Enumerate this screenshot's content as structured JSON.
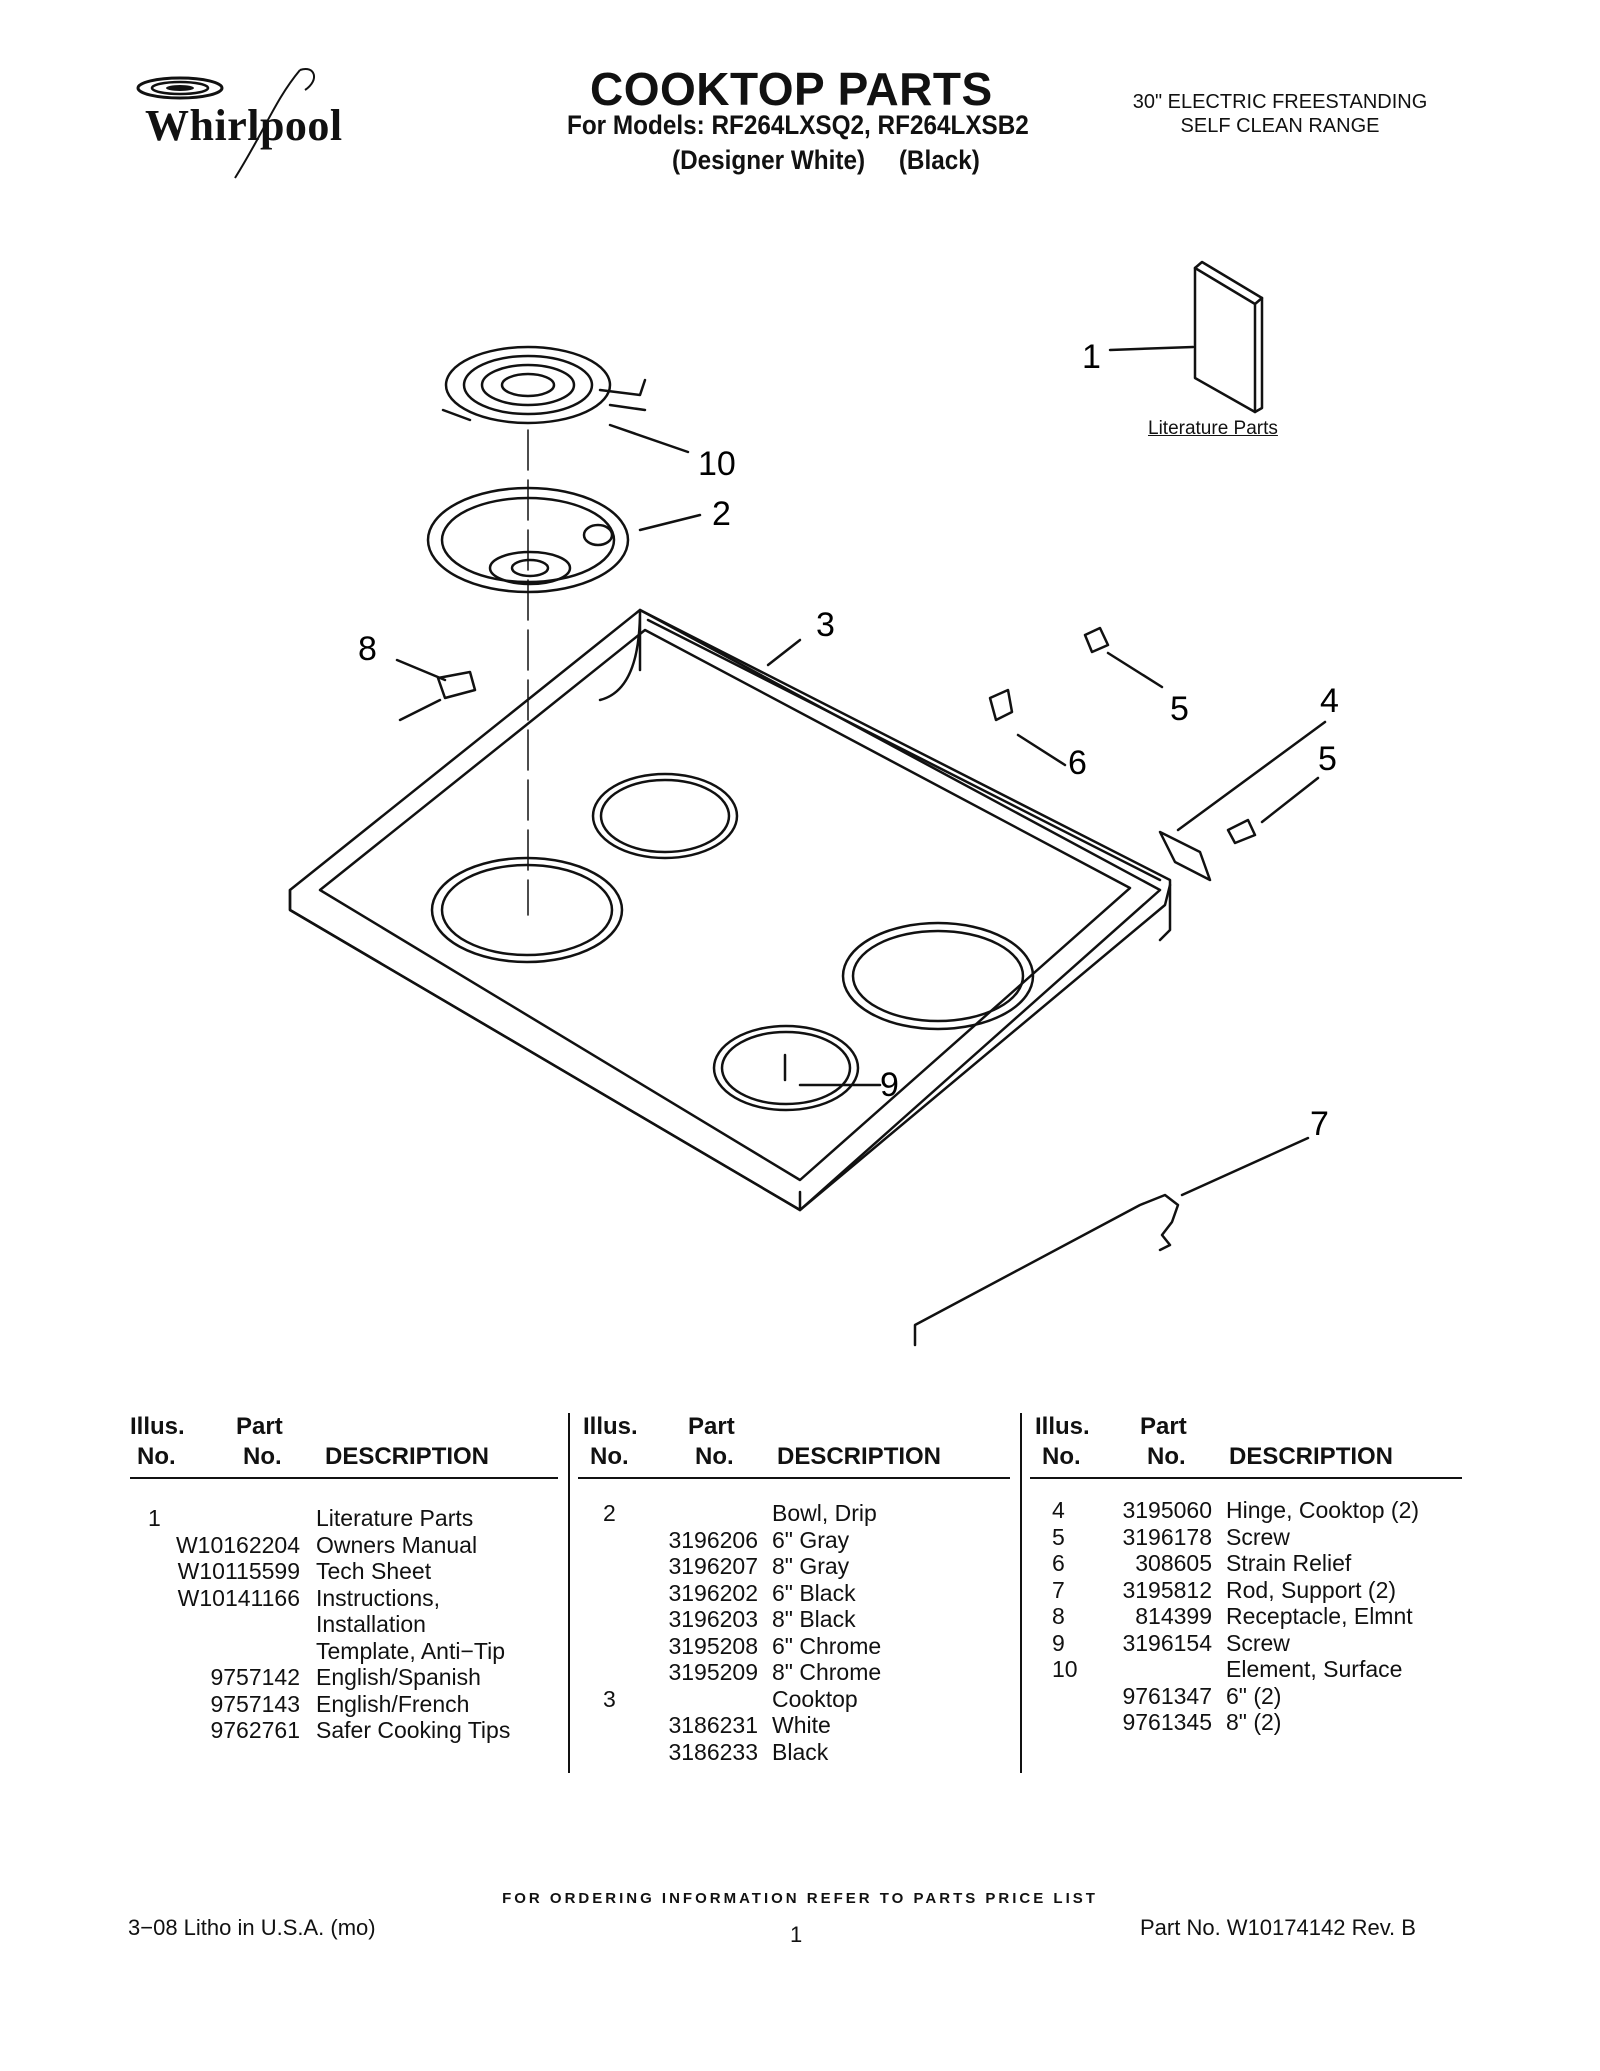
{
  "header": {
    "brand": "Whirlpool",
    "title": "COOKTOP PARTS",
    "models_line": "For Models: RF264LXSQ2, RF264LXSB2",
    "variant_white": "(Designer White)",
    "variant_black": "(Black)",
    "range_line1": "30\" ELECTRIC FREESTANDING",
    "range_line2": "SELF CLEAN RANGE"
  },
  "diagram": {
    "literature_label": "Literature Parts",
    "callouts": [
      "1",
      "10",
      "2",
      "3",
      "8",
      "5",
      "4",
      "6",
      "5",
      "9",
      "7"
    ]
  },
  "table": {
    "header_illus": "Illus.",
    "header_part": "Part",
    "header_no": "No.",
    "header_desc": "DESCRIPTION",
    "col1": [
      {
        "illus": "1",
        "part": "",
        "desc": "Literature Parts"
      },
      {
        "illus": "",
        "part": "W10162204",
        "desc": "Owners Manual"
      },
      {
        "illus": "",
        "part": "W10115599",
        "desc": "Tech Sheet"
      },
      {
        "illus": "",
        "part": "W10141166",
        "desc": "Instructions,"
      },
      {
        "illus": "",
        "part": "",
        "desc": "Installation"
      },
      {
        "illus": "",
        "part": "",
        "desc": "Template, Anti−Tip"
      },
      {
        "illus": "",
        "part": "9757142",
        "desc": "English/Spanish"
      },
      {
        "illus": "",
        "part": "9757143",
        "desc": "English/French"
      },
      {
        "illus": "",
        "part": "9762761",
        "desc": "Safer Cooking Tips"
      }
    ],
    "col2": [
      {
        "illus": "2",
        "part": "",
        "desc": "Bowl, Drip"
      },
      {
        "illus": "",
        "part": "3196206",
        "desc": "6\" Gray"
      },
      {
        "illus": "",
        "part": "3196207",
        "desc": "8\" Gray"
      },
      {
        "illus": "",
        "part": "3196202",
        "desc": "6\" Black"
      },
      {
        "illus": "",
        "part": "3196203",
        "desc": "8\" Black"
      },
      {
        "illus": "",
        "part": "3195208",
        "desc": "6\" Chrome"
      },
      {
        "illus": "",
        "part": "3195209",
        "desc": "8\" Chrome"
      },
      {
        "illus": "3",
        "part": "",
        "desc": "Cooktop"
      },
      {
        "illus": "",
        "part": "3186231",
        "desc": "White"
      },
      {
        "illus": "",
        "part": "3186233",
        "desc": "Black"
      }
    ],
    "col3": [
      {
        "illus": "4",
        "part": "3195060",
        "desc": "Hinge, Cooktop (2)"
      },
      {
        "illus": "5",
        "part": "3196178",
        "desc": "Screw"
      },
      {
        "illus": "6",
        "part": "308605",
        "desc": "Strain Relief"
      },
      {
        "illus": "7",
        "part": "3195812",
        "desc": "Rod, Support (2)"
      },
      {
        "illus": "8",
        "part": "814399",
        "desc": "Receptacle, Elmnt"
      },
      {
        "illus": "9",
        "part": "3196154",
        "desc": "Screw"
      },
      {
        "illus": "10",
        "part": "",
        "desc": "Element, Surface"
      },
      {
        "illus": "",
        "part": "9761347",
        "desc": "6\" (2)"
      },
      {
        "illus": "",
        "part": "9761345",
        "desc": "8\" (2)"
      }
    ]
  },
  "footer": {
    "ordering": "FOR ORDERING INFORMATION REFER TO PARTS PRICE LIST",
    "litho": "3−08 Litho in U.S.A. (mo)",
    "page": "1",
    "part_no": "Part No. W10174142 Rev. B"
  }
}
